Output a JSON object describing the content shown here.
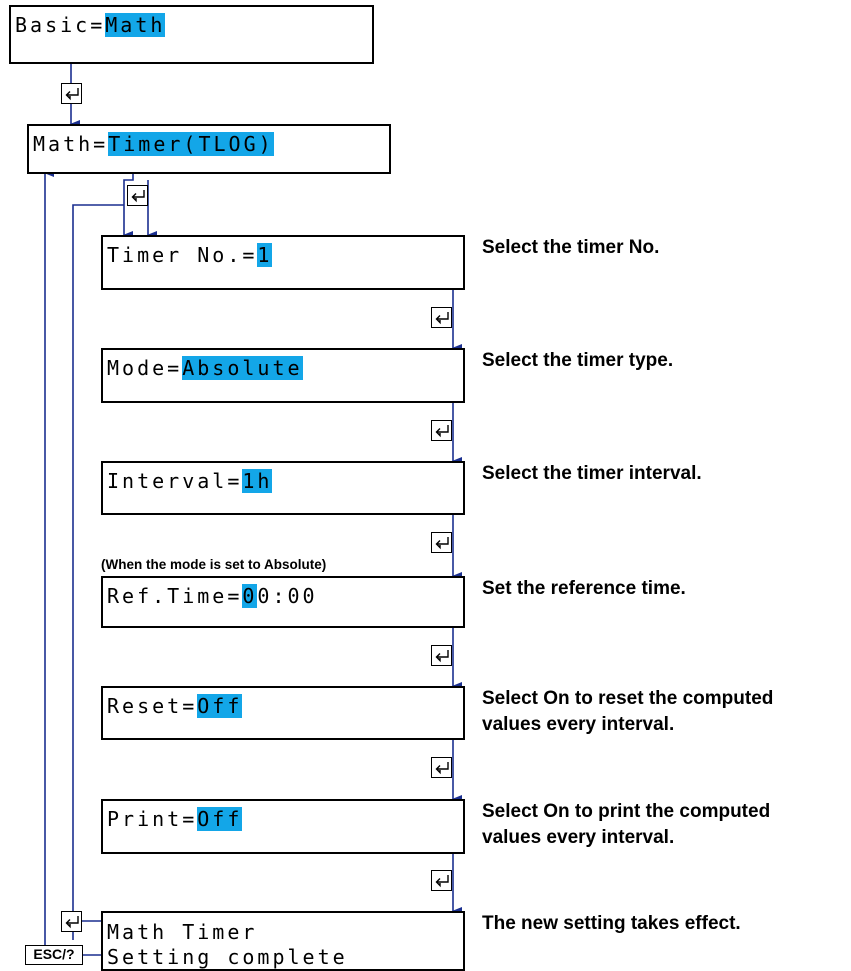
{
  "screens": {
    "basic": {
      "prefix": "Basic=",
      "value": "Math"
    },
    "math": {
      "prefix": "Math=",
      "value": "Timer(TLOG)"
    },
    "timer_no": {
      "prefix": "Timer No.=",
      "value": "1"
    },
    "mode": {
      "prefix": "Mode=",
      "value": "Absolute"
    },
    "interval": {
      "prefix": "Interval=",
      "value": "1h"
    },
    "ref_time": {
      "prefix": "Ref.Time=",
      "value": "0",
      "suffix": "0:00"
    },
    "reset": {
      "prefix": "Reset=",
      "value": "Off"
    },
    "print": {
      "prefix": "Print=",
      "value": "Off"
    },
    "complete": {
      "line1": "Math Timer",
      "line2": "Setting complete"
    }
  },
  "notes": {
    "absolute_condition": "(When the mode is set to Absolute)"
  },
  "descriptions": {
    "timer_no": "Select the timer No.",
    "mode": "Select the timer type.",
    "interval": "Select the timer interval.",
    "ref_time": "Set the reference time.",
    "reset_line1": "Select On to reset the computed",
    "reset_line2": "values every interval.",
    "print_line1": "Select On to print the computed",
    "print_line2": "values every interval.",
    "complete": "The new setting takes effect."
  },
  "keys": {
    "enter_icon": "enter-key-icon",
    "esc_label": "ESC/?"
  },
  "colors": {
    "highlight": "#13a6e8",
    "connector": "#1a2f8f"
  }
}
